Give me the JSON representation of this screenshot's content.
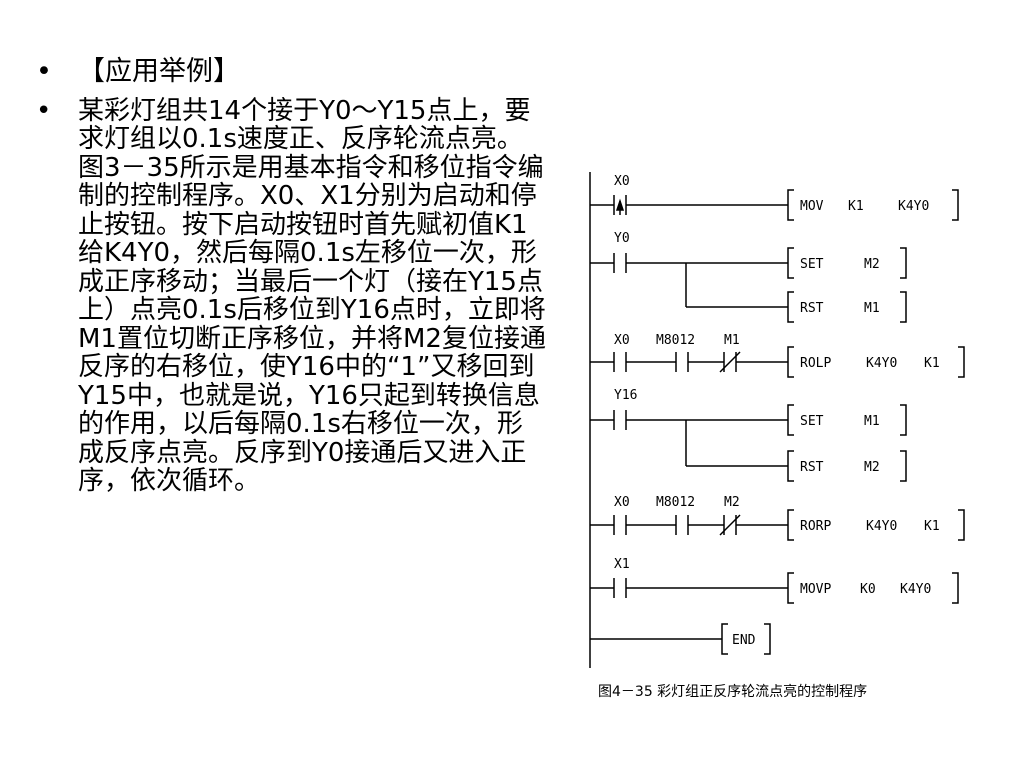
{
  "heading": "【应用举例】",
  "paragraph": "某彩灯组共14个接于Y0～Y15点上，要求灯组以0.1s速度正、反序轮流点亮。图3－35所示是用基本指令和移位指令编制的控制程序。X0、X1分别为启动和停止按钮。按下启动按钮时首先赋初值K1给K4Y0，然后每隔0.1s左移位一次，形成正序移动；当最后一个灯（接在Y15点上）点亮0.1s后移位到Y16点时，立即将M1置位切断正序移位，并将M2复位接通反序的右移位，使Y16中的“1”又移回到Y15中，也就是说，Y16只起到转换信息的作用，以后每隔0.1s右移位一次，形成反序点亮。反序到Y0接通后又进入正序，依次循环。",
  "bullet_symbol": "•",
  "ladder": {
    "rung1": {
      "contact": "X0",
      "instr": "MOV",
      "op1": "K1",
      "op2": "K4Y0"
    },
    "rung2": {
      "contact": "Y0",
      "set": "SET",
      "set_op": "M2",
      "rst": "RST",
      "rst_op": "M1"
    },
    "rung3": {
      "c1": "X0",
      "c2": "M8012",
      "c3": "M1",
      "instr": "ROLP",
      "op1": "K4Y0",
      "op2": "K1"
    },
    "rung4": {
      "contact": "Y16",
      "set": "SET",
      "set_op": "M1",
      "rst": "RST",
      "rst_op": "M2"
    },
    "rung5": {
      "c1": "X0",
      "c2": "M8012",
      "c3": "M2",
      "instr": "RORP",
      "op1": "K4Y0",
      "op2": "K1"
    },
    "rung6": {
      "contact": "X1",
      "instr": "MOVP",
      "op1": "K0",
      "op2": "K4Y0"
    },
    "end": "END"
  },
  "caption": "图4－35 彩灯组正反序轮流点亮的控制程序"
}
